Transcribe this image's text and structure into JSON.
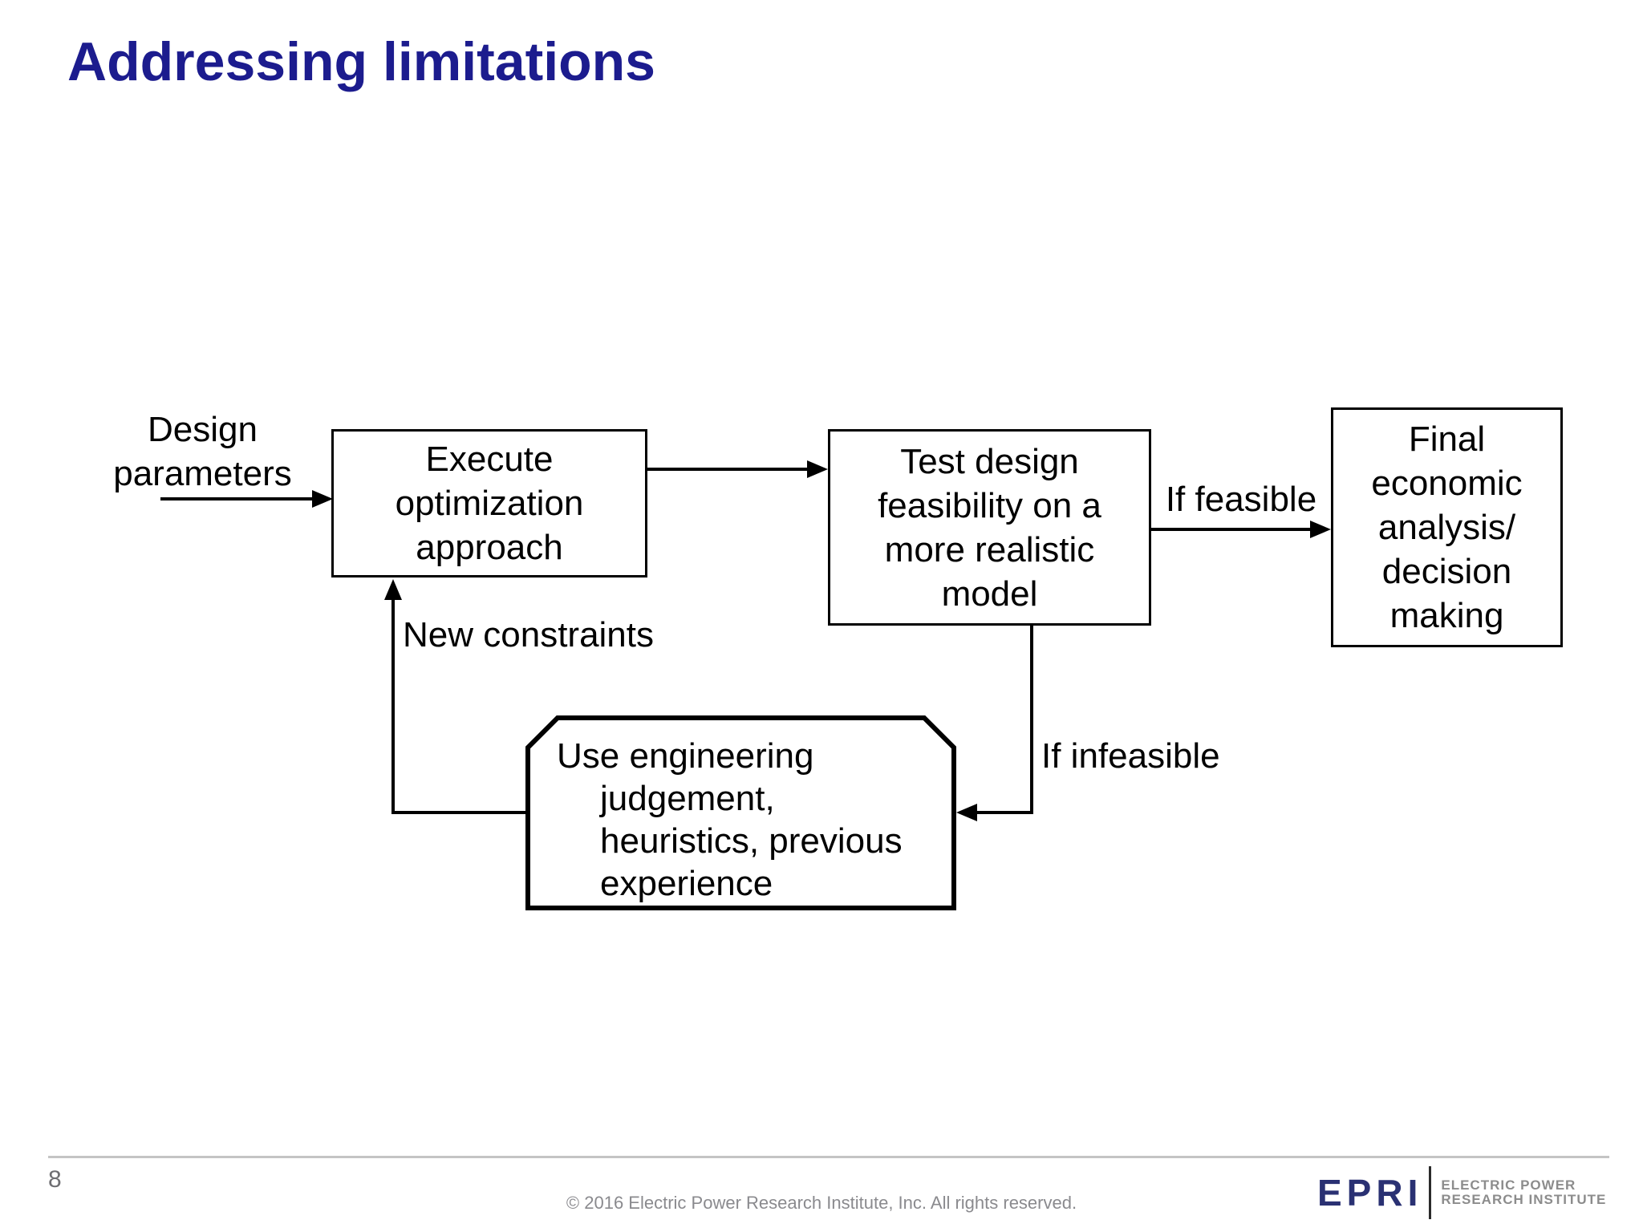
{
  "slide": {
    "title": "Addressing limitations",
    "page_number": "8",
    "copyright": "© 2016 Electric Power Research Institute, Inc. All rights reserved."
  },
  "diagram": {
    "input_label": "Design\nparameters",
    "execute_box": "Execute\noptimization\napproach",
    "test_box": "Test design\nfeasibility on a\nmore realistic\nmodel",
    "final_box": "Final\neconomic\nanalysis/\ndecision\nmaking",
    "judgement_box": "Use engineering\njudgement,\nheuristics, previous\nexperience",
    "feasible_label": "If feasible",
    "infeasible_label": "If infeasible",
    "new_constraints_label": "New constraints"
  },
  "logo": {
    "wordmark": "EPRI",
    "tagline_line1": "ELECTRIC POWER",
    "tagline_line2": "RESEARCH INSTITUTE"
  },
  "colors": {
    "title_navy": "#1c1c8e",
    "logo_navy": "#2a3173",
    "footer_gray": "#8a8a8e",
    "rule_gray": "#c4c4c4",
    "diagram_black": "#000000"
  }
}
